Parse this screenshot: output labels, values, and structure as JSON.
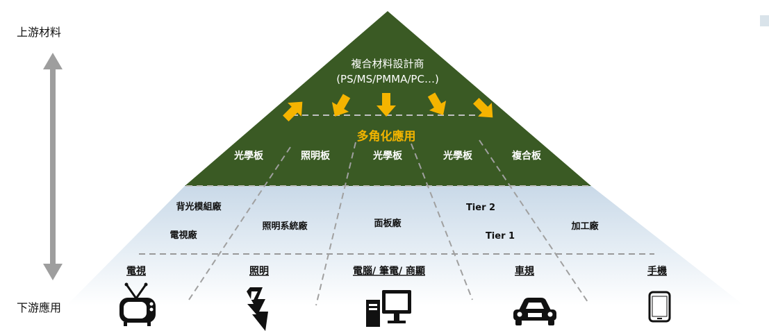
{
  "side": {
    "upstream": "上游材料",
    "downstream": "下游應用"
  },
  "top": {
    "title_line1": "複合材料設計商",
    "title_line2": "(PS/MS/PMMA/PC…)"
  },
  "center_label": "多角化應用",
  "green_boards": [
    "光學板",
    "照明板",
    "光學板",
    "光學板",
    "複合板"
  ],
  "manufacturers": {
    "backlight": "背光模組廠",
    "tv_factory": "電視廠",
    "lighting_system": "照明系統廠",
    "panel": "面板廠",
    "tier2": "Tier 2",
    "tier1": "Tier 1",
    "processing": "加工廠"
  },
  "applications": [
    {
      "label": "電視",
      "icon": "tv-icon"
    },
    {
      "label": "照明",
      "icon": "lightning-icon"
    },
    {
      "label": "電腦/ 筆電/ 商顯",
      "icon": "computer-icon"
    },
    {
      "label": "車規",
      "icon": "car-icon"
    },
    {
      "label": "手機",
      "icon": "phone-icon"
    }
  ],
  "colors": {
    "pyramid_green": "#3a5a24",
    "arrow_orange": "#f5b400",
    "center_text": "#f2b400",
    "gradient_top": "#cddcea",
    "gradient_bottom": "#ffffff",
    "axis_gray": "#9e9e9e"
  }
}
